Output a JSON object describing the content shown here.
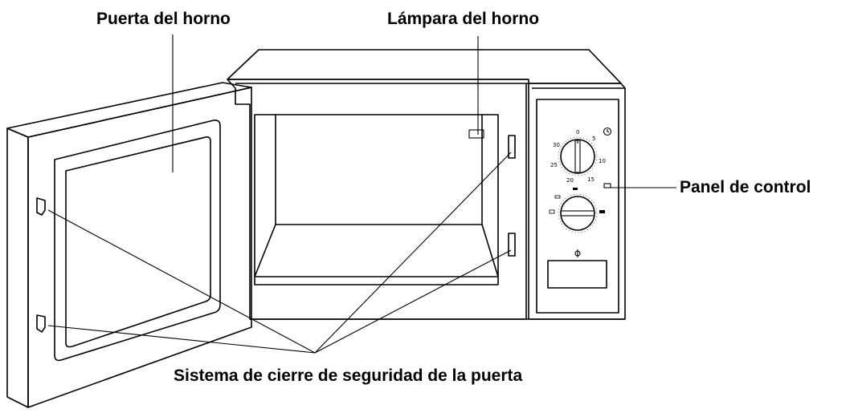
{
  "labels": {
    "door": "Puerta del horno",
    "lamp": "Lámpara del horno",
    "control_panel": "Panel de control",
    "safety_lock": "Sistema de cierre de seguridad de la puerta"
  },
  "timer_dial": {
    "ticks": [
      "0",
      "5",
      "10",
      "15",
      "20",
      "25",
      "30"
    ],
    "icon": "clock-icon"
  },
  "power_dial": {
    "icons": [
      "defrost-icon",
      "low-power-icon",
      "medium-power-icon",
      "high-power-icon"
    ]
  },
  "colors": {
    "line": "#000000",
    "background": "#ffffff"
  }
}
